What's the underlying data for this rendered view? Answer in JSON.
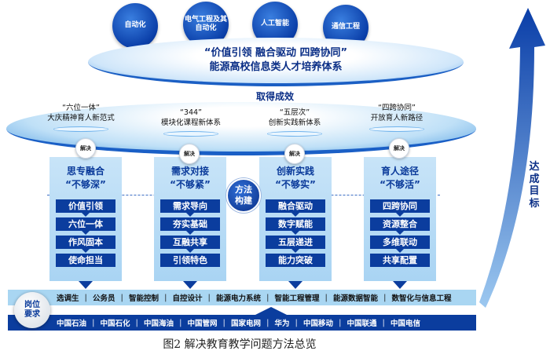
{
  "top_circles": [
    "自动化",
    "电气工程及其自动化",
    "人工智能",
    "通信工程"
  ],
  "top_ellipse": {
    "line1": "“价值引领  融合驱动  四跨协同”",
    "line2": "能源高校信息类人才培养体系"
  },
  "achievement_label": "取得成效",
  "achievements": [
    {
      "quote": "“六位一体”",
      "text": "大庆精神育人新范式"
    },
    {
      "quote": "“344”",
      "text": "模块化课程新体系"
    },
    {
      "quote": "“五层次”",
      "text": "创新实践新体系"
    },
    {
      "quote": "“四跨协同”",
      "text": "开放育人新路径"
    }
  ],
  "solve_label": "解决",
  "method_label": "方法构建",
  "problems": [
    {
      "title": "思专融合",
      "issue": "“不够深”",
      "items": [
        "价值引领",
        "六位一体",
        "作风固本",
        "使命担当"
      ]
    },
    {
      "title": "需求对接",
      "issue": "“不够紧”",
      "items": [
        "需求导向",
        "夯实基础",
        "互融共享",
        "引领特色"
      ]
    },
    {
      "title": "创新实践",
      "issue": "“不够实”",
      "items": [
        "融合驱动",
        "数字赋能",
        "五层递进",
        "能力突破"
      ]
    },
    {
      "title": "育人途径",
      "issue": "“不够活”",
      "items": [
        "四跨协同",
        "资源整合",
        "多维联动",
        "共享配置"
      ]
    }
  ],
  "goal_label": "达成目标",
  "position_label": "岗位要求",
  "positions": [
    "选调生",
    "公务员",
    "智能控制",
    "自控设计",
    "能源电力系统",
    "智能工程管理",
    "能源数据智能",
    "数智化与信息工程"
  ],
  "employers": [
    "中国石油",
    "中国石化",
    "中国海油",
    "中国管网",
    "国家电网",
    "华为",
    "中国移动",
    "中国联通",
    "中国电信"
  ],
  "separator": "|",
  "caption": "图2 解决教育教学问题方法总览"
}
